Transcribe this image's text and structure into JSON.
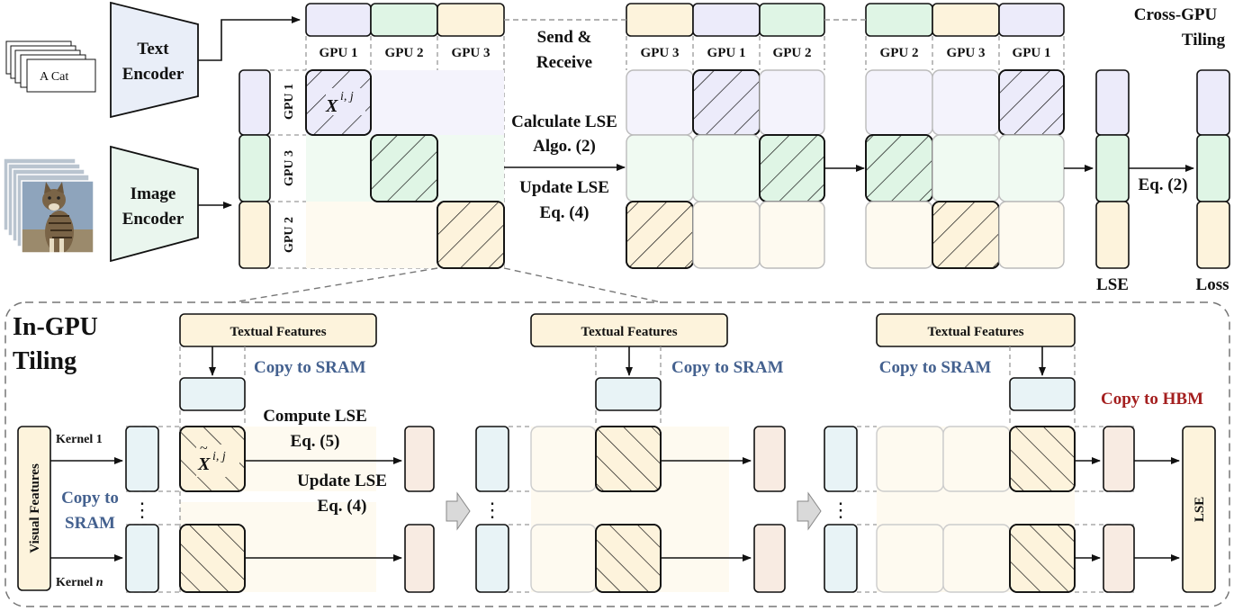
{
  "colors": {
    "purple": "#ecebfa",
    "green": "#dff5e5",
    "cream": "#fdf3dc",
    "blue": "#e8f3f6",
    "peach": "#f8ebe2",
    "text_blue": "#44618f",
    "text_red": "#a41f1f"
  },
  "inputs": {
    "text_caption": "A Cat",
    "text_encoder": [
      "Text",
      "Encoder"
    ],
    "image_encoder": [
      "Image",
      "Encoder"
    ],
    "cat_image_icon": "cat-photo-icon"
  },
  "top": {
    "gpu_rows": [
      "GPU 1",
      "GPU 3",
      "GPU 2"
    ],
    "gpu_col_groups": [
      [
        "GPU 1",
        "GPU 2",
        "GPU 3"
      ],
      [
        "GPU 3",
        "GPU 1",
        "GPU 2"
      ],
      [
        "GPU 2",
        "GPU 3",
        "GPU 1"
      ]
    ],
    "send_receive": [
      "Send &",
      "Receive"
    ],
    "calc_lse": [
      "Calculate LSE",
      "Algo. (2)"
    ],
    "update_lse": [
      "Update LSE",
      "Eq. (4)"
    ],
    "tile_label": "X",
    "tile_sup": "i, j",
    "eq2": "Eq. (2)",
    "lse": "LSE",
    "loss": "Loss",
    "cross_gpu": [
      "Cross-GPU",
      "Tiling"
    ]
  },
  "bottom": {
    "title": [
      "In-GPU",
      "Tiling"
    ],
    "textual_features": "Textual Features",
    "copy_sram": "Copy to SRAM",
    "copy_to": "Copy to",
    "sram": "SRAM",
    "copy_hbm": "Copy to HBM",
    "visual_features": "Visual Features",
    "kernel_1": "Kernel 1",
    "kernel_n": "Kernel ",
    "kernel_n_var": "n",
    "compute_lse": [
      "Compute LSE",
      "Eq. (5)"
    ],
    "update_lse": [
      "Update LSE",
      "Eq. (4)"
    ],
    "tile_label": "X",
    "tile_sup": "i, j",
    "dots": "⋮",
    "lse": "LSE"
  }
}
